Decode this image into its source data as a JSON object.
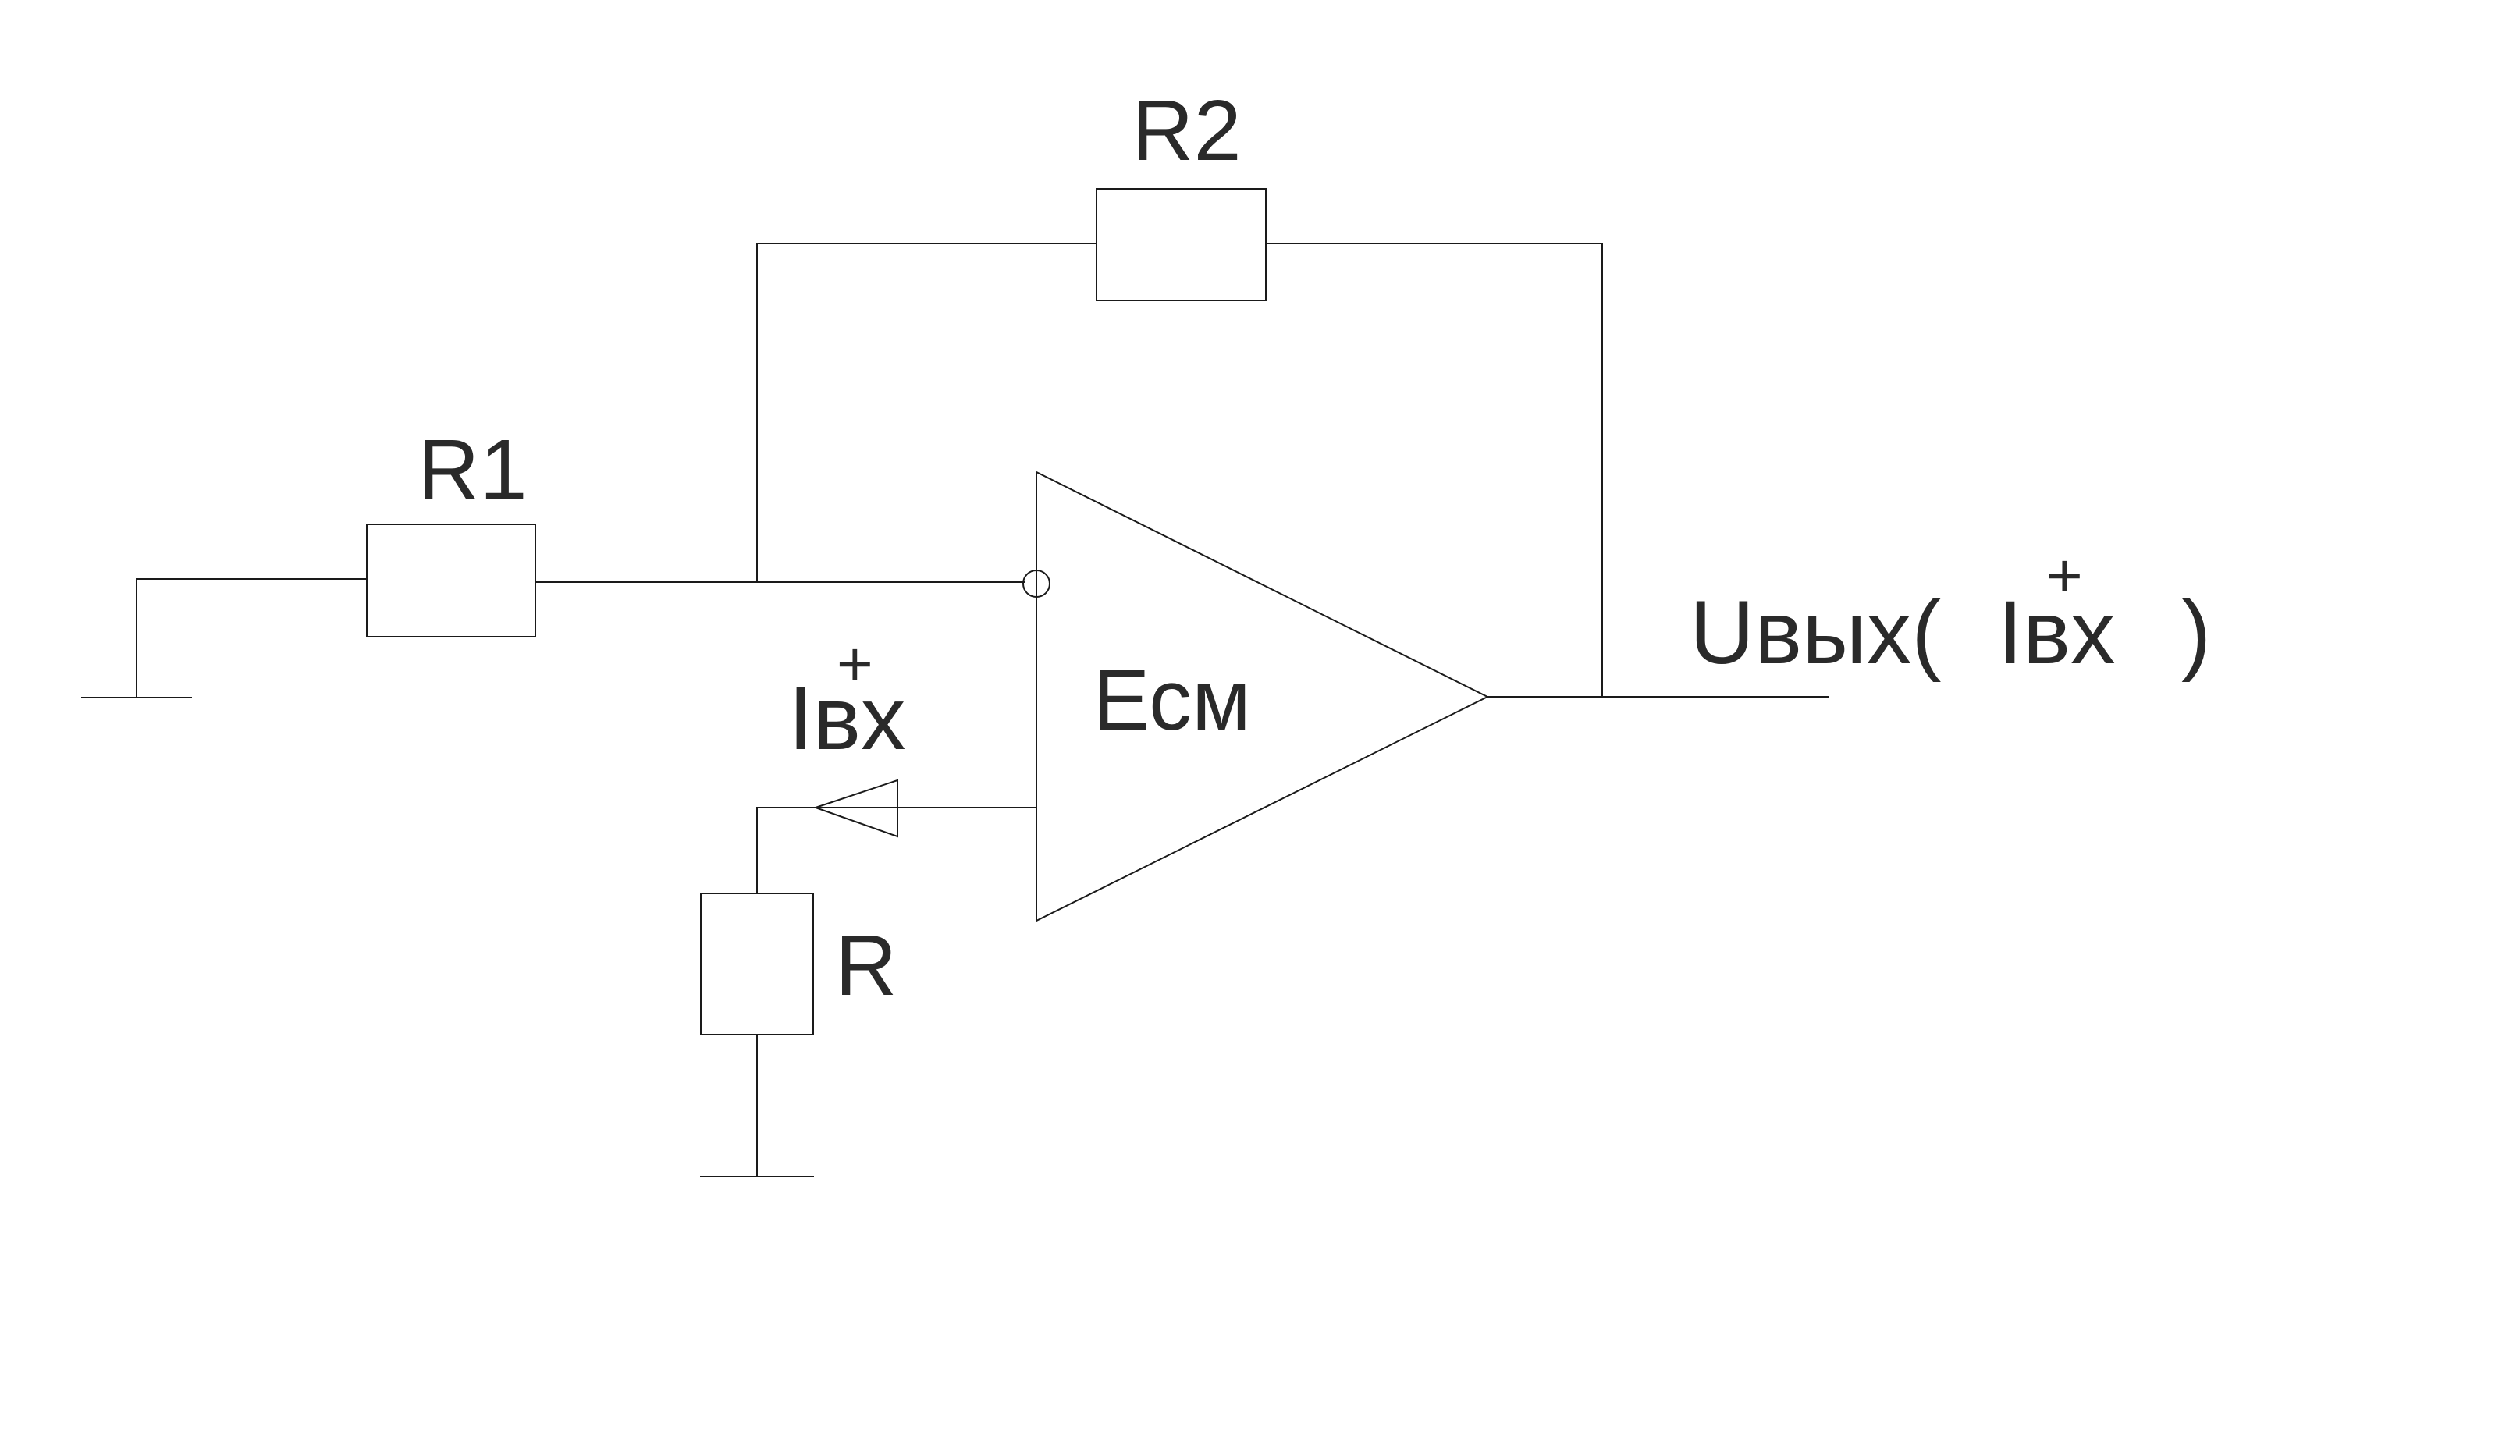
{
  "diagram": {
    "components": {
      "r1": {
        "label": "R1"
      },
      "r2": {
        "label": "R2"
      },
      "r": {
        "label": "R"
      },
      "opamp": {
        "label": "Есм"
      }
    },
    "input_current": {
      "label_main": "Iвх",
      "label_sup": "+"
    },
    "output": {
      "label_prefix": "Uвых(",
      "label_inner": "Iвх",
      "label_sup": "+",
      "label_suffix": ")"
    }
  }
}
